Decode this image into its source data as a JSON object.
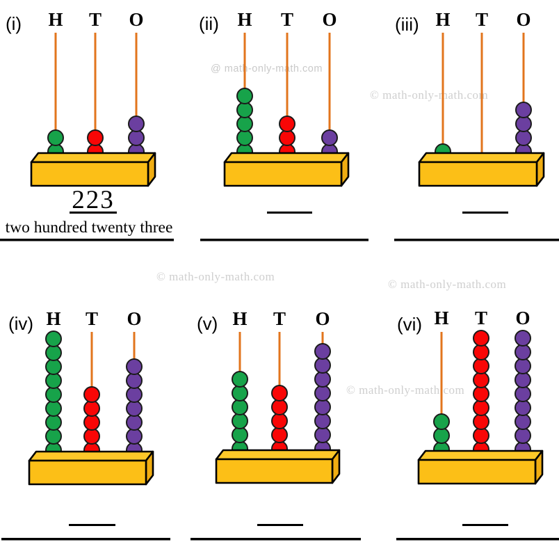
{
  "colors": {
    "background": "#ffffff",
    "rod": "#e2751d",
    "hundreds_bead": "#17a34a",
    "tens_bead": "#f90606",
    "ones_bead": "#6b3fa0",
    "bead_outline": "#1b1b1b",
    "base_front": "#fcbf17",
    "base_top": "#fdc829",
    "base_side": "#f0ad12",
    "base_outline": "#000000",
    "answer_line": "#000000",
    "watermark_serif": "#cfcfcf",
    "watermark_sans": "#c9c9c9"
  },
  "column_labels": [
    "H",
    "T",
    "O"
  ],
  "watermarks": [
    {
      "text": "@ math-only-math.com"
    },
    {
      "text": "© math-only-math.com"
    },
    {
      "text": "© math-only-math.com"
    },
    {
      "text": "© math-only-math.com"
    },
    {
      "text": "© math-only-math.com"
    }
  ],
  "abacuses": [
    {
      "label": "(i)",
      "beads": {
        "hundreds": 2,
        "tens": 2,
        "ones": 3
      },
      "answer_number": "223",
      "answer_words": "two hundred twenty three"
    },
    {
      "label": "(ii)",
      "beads": {
        "hundreds": 5,
        "tens": 3,
        "ones": 2
      },
      "answer_number": "",
      "answer_words": ""
    },
    {
      "label": "(iii)",
      "beads": {
        "hundreds": 1,
        "tens": 0,
        "ones": 4
      },
      "answer_number": "",
      "answer_words": ""
    },
    {
      "label": "(iv)",
      "beads": {
        "hundreds": 9,
        "tens": 5,
        "ones": 7
      },
      "answer_number": "",
      "answer_words": ""
    },
    {
      "label": "(v)",
      "beads": {
        "hundreds": 6,
        "tens": 5,
        "ones": 8
      },
      "answer_number": "",
      "answer_words": ""
    },
    {
      "label": "(vi)",
      "beads": {
        "hundreds": 3,
        "tens": 9,
        "ones": 9
      },
      "answer_number": "",
      "answer_words": ""
    }
  ]
}
